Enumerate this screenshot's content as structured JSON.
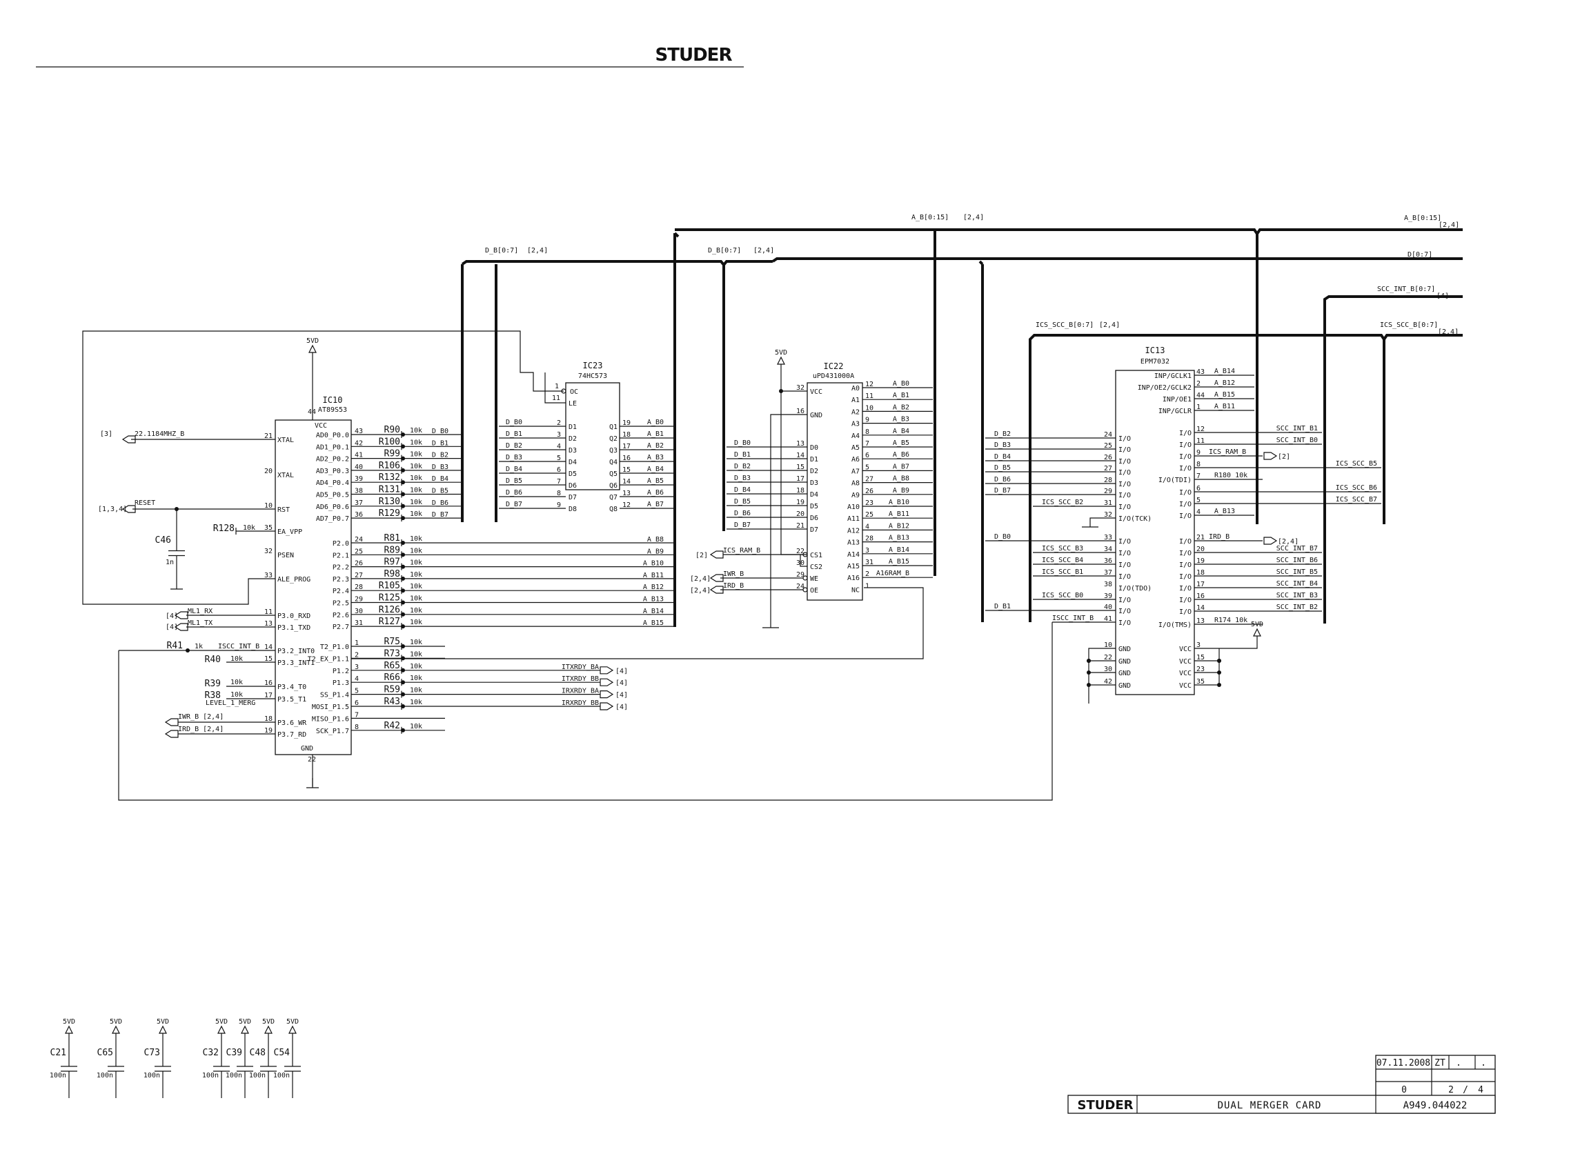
{
  "header": {
    "logo_text": "STUDER"
  },
  "buses": {
    "a_b_label": "A_B[0:15]",
    "a_b_ref": "[2,4]",
    "a_b_right_label": "A_B[0:15]",
    "a_b_right_ref": "[2,4]",
    "d_b_label": "D_B[0:7]",
    "d_b_ref": "[2,4]",
    "d_b2_label": "D_B[0:7]",
    "d_b2_ref": "[2,4]",
    "d_right_label": "D[0:7]",
    "scc_int_label": "SCC_INT_B[0:7]",
    "scc_int_ref": "[4]",
    "ics_scc_label": "ICS_SCC_B[0:7]",
    "ics_scc_ref": "[2,4]",
    "ics_scc_right_label": "ICS_SCC_B[0:7]",
    "ics_scc_right_ref": "[2,4]"
  },
  "ic10": {
    "ref": "IC10",
    "part": "AT89S53",
    "power": "5VD",
    "vcc_pin": "44",
    "gnd_pin": "22",
    "vcc": "VCC",
    "gnd": "GND",
    "left": [
      {
        "pin": "21",
        "name": "XTAL"
      },
      {
        "pin": "20",
        "name": "XTAL"
      },
      {
        "pin": "10",
        "name": "RST"
      },
      {
        "pin": "35",
        "name": "EA_VPP"
      },
      {
        "pin": "32",
        "name": "PSEN"
      },
      {
        "pin": "33",
        "name": "ALE_PROG"
      },
      {
        "pin": "11",
        "name": "P3.0_RXD"
      },
      {
        "pin": "13",
        "name": "P3.1_TXD"
      },
      {
        "pin": "14",
        "name": "P3.2_INT0"
      },
      {
        "pin": "15",
        "name": "P3.3_INT1"
      },
      {
        "pin": "16",
        "name": "P3.4_T0"
      },
      {
        "pin": "17",
        "name": "P3.5_T1"
      },
      {
        "pin": "18",
        "name": "P3.6_WR"
      },
      {
        "pin": "19",
        "name": "P3.7_RD"
      }
    ],
    "right": [
      {
        "name": "AD0_P0.0",
        "pin": "43",
        "res": "R90",
        "val": "10k",
        "net": "D_B0"
      },
      {
        "name": "AD1_P0.1",
        "pin": "42",
        "res": "R100",
        "val": "10k",
        "net": "D_B1"
      },
      {
        "name": "AD2_P0.2",
        "pin": "41",
        "res": "R99",
        "val": "10k",
        "net": "D_B2"
      },
      {
        "name": "AD3_P0.3",
        "pin": "40",
        "res": "R106",
        "val": "10k",
        "net": "D_B3"
      },
      {
        "name": "AD4_P0.4",
        "pin": "39",
        "res": "R132",
        "val": "10k",
        "net": "D_B4"
      },
      {
        "name": "AD5_P0.5",
        "pin": "38",
        "res": "R131",
        "val": "10k",
        "net": "D_B5"
      },
      {
        "name": "AD6_P0.6",
        "pin": "37",
        "res": "R130",
        "val": "10k",
        "net": "D_B6"
      },
      {
        "name": "AD7_P0.7",
        "pin": "36",
        "res": "R129",
        "val": "10k",
        "net": "D_B7"
      },
      {
        "name": "P2.0",
        "pin": "24",
        "res": "R81",
        "val": "10k",
        "net": "A_B8"
      },
      {
        "name": "P2.1",
        "pin": "25",
        "res": "R89",
        "val": "10k",
        "net": "A_B9"
      },
      {
        "name": "P2.2",
        "pin": "26",
        "res": "R97",
        "val": "10k",
        "net": "A_B10"
      },
      {
        "name": "P2.3",
        "pin": "27",
        "res": "R98",
        "val": "10k",
        "net": "A_B11"
      },
      {
        "name": "P2.4",
        "pin": "28",
        "res": "R105",
        "val": "10k",
        "net": "A_B12"
      },
      {
        "name": "P2.5",
        "pin": "29",
        "res": "R125",
        "val": "10k",
        "net": "A_B13"
      },
      {
        "name": "P2.6",
        "pin": "30",
        "res": "R126",
        "val": "10k",
        "net": "A_B14"
      },
      {
        "name": "P2.7",
        "pin": "31",
        "res": "R127",
        "val": "10k",
        "net": "A_B15"
      },
      {
        "name": "T2_P1.0",
        "pin": "1",
        "res": "R75",
        "val": "10k",
        "net": ""
      },
      {
        "name": "T2_EX_P1.1",
        "pin": "2",
        "res": "R73",
        "val": "10k",
        "net": ""
      },
      {
        "name": "P1.2",
        "pin": "3",
        "res": "R65",
        "val": "10k",
        "net": "ITXRDY_BA",
        "ref": "[4]"
      },
      {
        "name": "P1.3",
        "pin": "4",
        "res": "R66",
        "val": "10k",
        "net": "ITXRDY_BB",
        "ref": "[4]"
      },
      {
        "name": "SS_P1.4",
        "pin": "5",
        "res": "R59",
        "val": "10k",
        "net": "IRXRDY_BA",
        "ref": "[4]"
      },
      {
        "name": "MOSI_P1.5",
        "pin": "6",
        "res": "R43",
        "val": "10k",
        "net": "IRXRDY_BB",
        "ref": "[4]"
      },
      {
        "name": "MISO_P1.6",
        "pin": "7",
        "res": "",
        "val": "",
        "net": ""
      },
      {
        "name": "SCK_P1.7",
        "pin": "8",
        "res": "R42",
        "val": "10k",
        "net": ""
      }
    ],
    "ext": {
      "xtal_net": "22.1184MHZ_B",
      "xtal_ref": "[3]",
      "reset_net": "RESET",
      "reset_ref": "[1,3,4]",
      "c46": "C46",
      "c46_val": "1n",
      "r128": "R128",
      "r128_val": "10k",
      "rx_net": "ML1_RX",
      "rx_ref": "[4]",
      "tx_net": "ML1_TX",
      "tx_ref": "[4]",
      "r41": "R41",
      "r41_val": "1k",
      "iscc_net": "ISCC_INT_B",
      "r40": "R40",
      "r40_val": "10k",
      "r39": "R39",
      "r39_val": "10k",
      "r38": "R38",
      "r38_val": "10k",
      "level_net": "LEVEL_1_MERG",
      "iwr": "IWR_B [2,4]",
      "ird": "IRD_B [2,4]"
    }
  },
  "ic23": {
    "ref": "IC23",
    "part": "74HC573",
    "left": [
      {
        "pin": "1",
        "name": "OC"
      },
      {
        "pin": "11",
        "name": "LE"
      },
      {
        "pin": "2",
        "name": "D1",
        "net": "D_B0"
      },
      {
        "pin": "3",
        "name": "D2",
        "net": "D_B1"
      },
      {
        "pin": "4",
        "name": "D3",
        "net": "D_B2"
      },
      {
        "pin": "5",
        "name": "D4",
        "net": "D_B3"
      },
      {
        "pin": "6",
        "name": "D5",
        "net": "D_B4"
      },
      {
        "pin": "7",
        "name": "D6",
        "net": "D_B5"
      },
      {
        "pin": "8",
        "name": "D7",
        "net": "D_B6"
      },
      {
        "pin": "9",
        "name": "D8",
        "net": "D_B7"
      }
    ],
    "right": [
      {
        "pin": "19",
        "name": "Q1",
        "net": "A_B0"
      },
      {
        "pin": "18",
        "name": "Q2",
        "net": "A_B1"
      },
      {
        "pin": "17",
        "name": "Q3",
        "net": "A_B2"
      },
      {
        "pin": "16",
        "name": "Q4",
        "net": "A_B3"
      },
      {
        "pin": "15",
        "name": "Q5",
        "net": "A_B4"
      },
      {
        "pin": "14",
        "name": "Q6",
        "net": "A_B5"
      },
      {
        "pin": "13",
        "name": "Q7",
        "net": "A_B6"
      },
      {
        "pin": "12",
        "name": "Q8",
        "net": "A_B7"
      }
    ]
  },
  "ic22": {
    "ref": "IC22",
    "part": "uPD431000A",
    "power": "5VD",
    "left": [
      {
        "pin": "32",
        "name": "VCC"
      },
      {
        "pin": "16",
        "name": "GND"
      },
      {
        "pin": "13",
        "name": "D0",
        "net": "D_B0"
      },
      {
        "pin": "14",
        "name": "D1",
        "net": "D_B1"
      },
      {
        "pin": "15",
        "name": "D2",
        "net": "D_B2"
      },
      {
        "pin": "17",
        "name": "D3",
        "net": "D_B3"
      },
      {
        "pin": "18",
        "name": "D4",
        "net": "D_B4"
      },
      {
        "pin": "19",
        "name": "D5",
        "net": "D_B5"
      },
      {
        "pin": "20",
        "name": "D6",
        "net": "D_B6"
      },
      {
        "pin": "21",
        "name": "D7",
        "net": "D_B7"
      },
      {
        "pin": "22",
        "name": "CS1",
        "net": "ICS_RAM_B",
        "ref": "[2]"
      },
      {
        "pin": "30",
        "name": "CS2"
      },
      {
        "pin": "29",
        "name": "WE",
        "net": "IWR_B",
        "ref": "[2,4]"
      },
      {
        "pin": "24",
        "name": "OE",
        "net": "IRD_B",
        "ref": "[2,4]"
      }
    ],
    "right": [
      {
        "pin": "12",
        "name": "A0",
        "net": "A_B0"
      },
      {
        "pin": "11",
        "name": "A1",
        "net": "A_B1"
      },
      {
        "pin": "10",
        "name": "A2",
        "net": "A_B2"
      },
      {
        "pin": "9",
        "name": "A3",
        "net": "A_B3"
      },
      {
        "pin": "8",
        "name": "A4",
        "net": "A_B4"
      },
      {
        "pin": "7",
        "name": "A5",
        "net": "A_B5"
      },
      {
        "pin": "6",
        "name": "A6",
        "net": "A_B6"
      },
      {
        "pin": "5",
        "name": "A7",
        "net": "A_B7"
      },
      {
        "pin": "27",
        "name": "A8",
        "net": "A_B8"
      },
      {
        "pin": "26",
        "name": "A9",
        "net": "A_B9"
      },
      {
        "pin": "23",
        "name": "A10",
        "net": "A_B10"
      },
      {
        "pin": "25",
        "name": "A11",
        "net": "A_B11"
      },
      {
        "pin": "4",
        "name": "A12",
        "net": "A_B12"
      },
      {
        "pin": "28",
        "name": "A13",
        "net": "A_B13"
      },
      {
        "pin": "3",
        "name": "A14",
        "net": "A_B14"
      },
      {
        "pin": "31",
        "name": "A15",
        "net": "A_B15"
      },
      {
        "pin": "2",
        "name": "A16",
        "net": "A16RAM_B"
      },
      {
        "pin": "1",
        "name": "NC"
      }
    ]
  },
  "ic13": {
    "ref": "IC13",
    "part": "EPM7032",
    "power": "5VD",
    "left": [
      {
        "pin": "24",
        "name": "I/O",
        "net": "D_B2"
      },
      {
        "pin": "25",
        "name": "I/O",
        "net": "D_B3"
      },
      {
        "pin": "26",
        "name": "I/O",
        "net": "D_B4"
      },
      {
        "pin": "27",
        "name": "I/O",
        "net": "D_B5"
      },
      {
        "pin": "28",
        "name": "I/O",
        "net": "D_B6"
      },
      {
        "pin": "29",
        "name": "I/O",
        "net": "D_B7"
      },
      {
        "pin": "31",
        "name": "I/O",
        "net": "ICS_SCC_B2"
      },
      {
        "pin": "32",
        "name": "I/O(TCK)"
      },
      {
        "pin": "33",
        "name": "I/O",
        "net": "D_B0"
      },
      {
        "pin": "34",
        "name": "I/O",
        "net": "ICS_SCC_B3"
      },
      {
        "pin": "36",
        "name": "I/O",
        "net": "ICS_SCC_B4"
      },
      {
        "pin": "37",
        "name": "I/O",
        "net": "ICS_SCC_B1"
      },
      {
        "pin": "38",
        "name": "I/O(TDO)"
      },
      {
        "pin": "39",
        "name": "I/O",
        "net": "ICS_SCC_B0"
      },
      {
        "pin": "40",
        "name": "I/O",
        "net": "D_B1"
      },
      {
        "pin": "41",
        "name": "I/O",
        "net": "ISCC_INT_B"
      },
      {
        "pin": "10",
        "name": "GND"
      },
      {
        "pin": "22",
        "name": "GND"
      },
      {
        "pin": "30",
        "name": "GND"
      },
      {
        "pin": "42",
        "name": "GND"
      }
    ],
    "right": [
      {
        "pin": "43",
        "name": "INP/GCLK1",
        "net": "A_B14"
      },
      {
        "pin": "2",
        "name": "INP/OE2/GCLK2",
        "net": "A_B12"
      },
      {
        "pin": "44",
        "name": "INP/OE1",
        "net": "A_B15"
      },
      {
        "pin": "1",
        "name": "INP/GCLR",
        "net": "A_B11"
      },
      {
        "pin": "12",
        "name": "I/O",
        "net": "SCC_INT_B1"
      },
      {
        "pin": "11",
        "name": "I/O",
        "net": "SCC_INT_B0"
      },
      {
        "pin": "9",
        "name": "I/O",
        "net": "ICS_RAM_B",
        "ref": "[2]"
      },
      {
        "pin": "8",
        "name": "I/O",
        "net": "ICS_SCC_B5"
      },
      {
        "pin": "7",
        "name": "I/O(TDI)",
        "net": "R180 10k"
      },
      {
        "pin": "6",
        "name": "I/O",
        "net": "ICS_SCC_B6"
      },
      {
        "pin": "5",
        "name": "I/O",
        "net": "ICS_SCC_B7"
      },
      {
        "pin": "4",
        "name": "I/O",
        "net": "A_B13"
      },
      {
        "pin": "21",
        "name": "I/O",
        "net": "IRD_B",
        "ref": "[2,4]"
      },
      {
        "pin": "20",
        "name": "I/O",
        "net": "SCC_INT_B7"
      },
      {
        "pin": "19",
        "name": "I/O",
        "net": "SCC_INT_B6"
      },
      {
        "pin": "18",
        "name": "I/O",
        "net": "SCC_INT_B5"
      },
      {
        "pin": "17",
        "name": "I/O",
        "net": "SCC_INT_B4"
      },
      {
        "pin": "16",
        "name": "I/O",
        "net": "SCC_INT_B3"
      },
      {
        "pin": "14",
        "name": "I/O",
        "net": "SCC_INT_B2"
      },
      {
        "pin": "13",
        "name": "I/O(TMS)",
        "net": "R174 10k"
      },
      {
        "pin": "3",
        "name": "VCC"
      },
      {
        "pin": "15",
        "name": "VCC"
      },
      {
        "pin": "23",
        "name": "VCC"
      },
      {
        "pin": "35",
        "name": "VCC"
      }
    ]
  },
  "decoupling": [
    {
      "ref": "C21",
      "val": "100n"
    },
    {
      "ref": "C65",
      "val": "100n"
    },
    {
      "ref": "C73",
      "val": "100n"
    },
    {
      "ref": "C32",
      "val": "100n"
    },
    {
      "ref": "C39",
      "val": "100n"
    },
    {
      "ref": "C48",
      "val": "100n"
    },
    {
      "ref": "C54",
      "val": "100n"
    }
  ],
  "power_label": "5VD",
  "title_block": {
    "logo": "STUDER",
    "date": "07.11.2008",
    "author": "ZT",
    "dot1": ".",
    "dot2": ".",
    "index": "0",
    "page": "2",
    "sep": "/",
    "pages": "4",
    "title": "DUAL MERGER CARD",
    "doc_number": "A949.044022"
  }
}
